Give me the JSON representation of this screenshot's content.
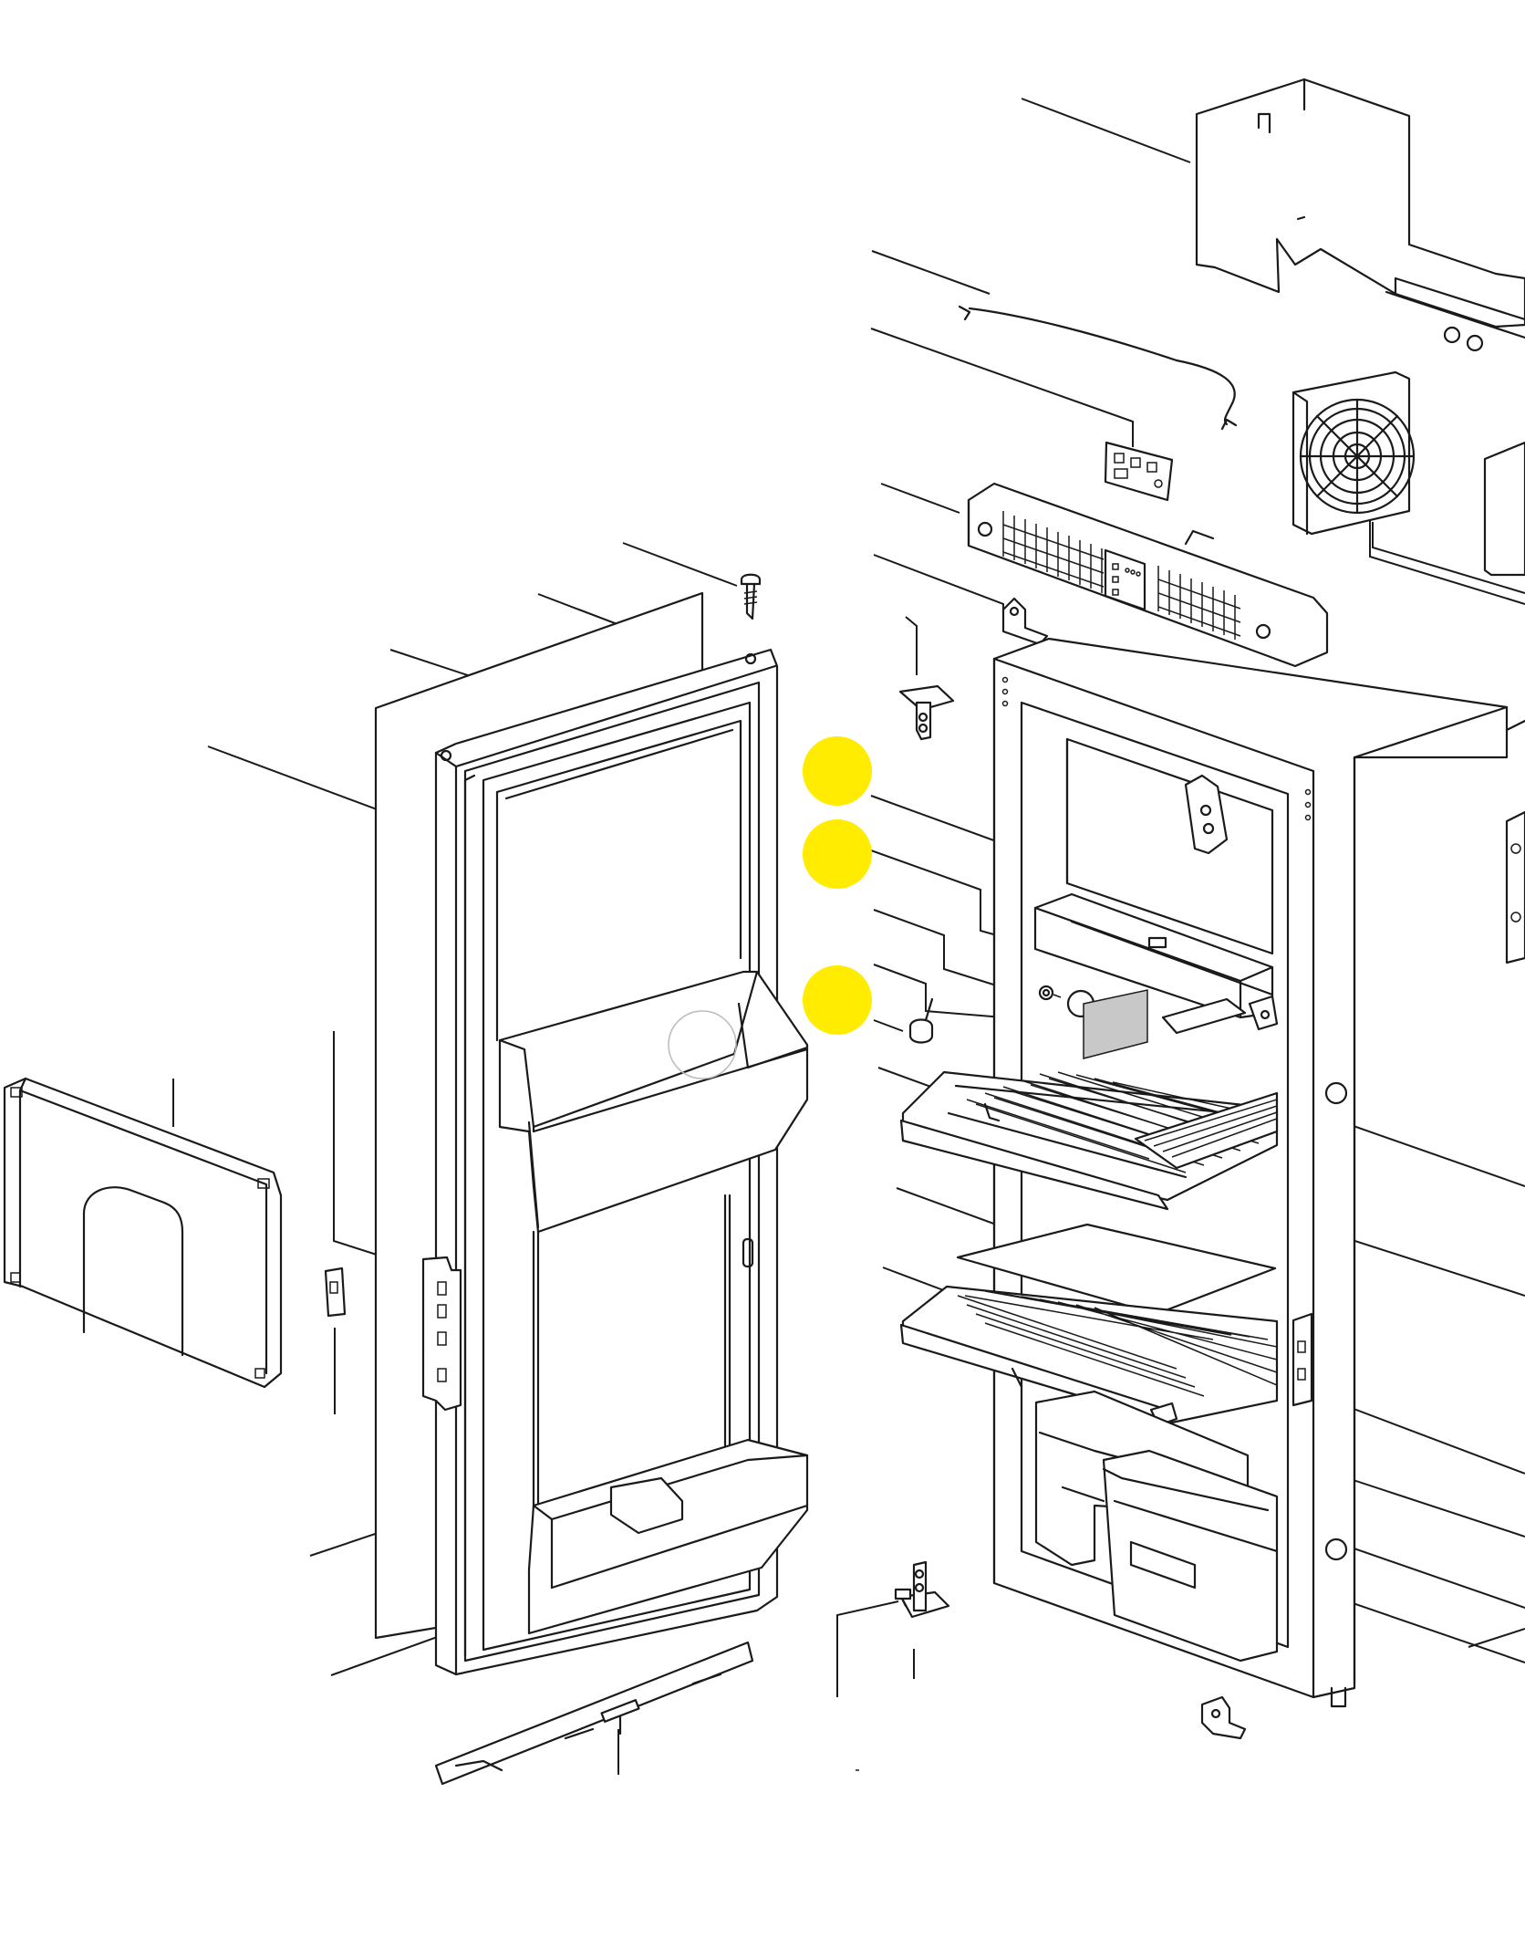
{
  "diagram": {
    "type": "exploded-parts-view",
    "subject": "refrigerator",
    "line_color": "#1a1a1a",
    "background": "#ffffff",
    "highlight_marker_color": "#ffec00",
    "highlighted_part_fill": "#c8c8c8",
    "highlight_markers": 3
  }
}
